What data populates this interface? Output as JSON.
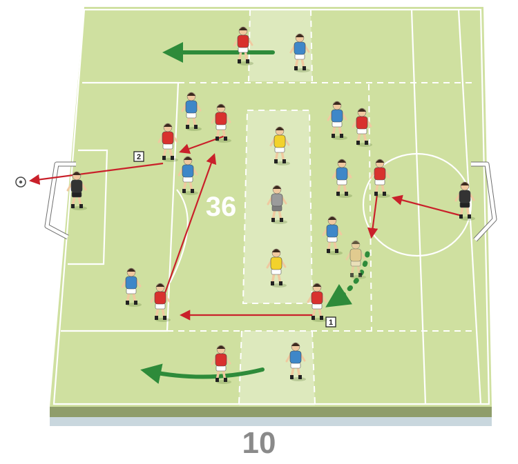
{
  "drill": {
    "number": "36",
    "page_number": "10"
  },
  "markers": [
    {
      "id": "marker-1",
      "text": "1"
    },
    {
      "id": "marker-2",
      "text": "2"
    }
  ],
  "colors": {
    "pitch": "#cfe0a0",
    "pitch_light": "#dde9bd",
    "lines": "#ffffff",
    "red_team": "#d8312e",
    "blue_team": "#3e87c8",
    "neutral": "#f2d22c",
    "neutral_grey": "#9b9b9b",
    "pass_arrow": "#c9202a",
    "movement_arrow": "#2e8b3a",
    "base": "#8c9a6a"
  },
  "icons": [
    "ball-icon",
    "goal-icon",
    "player-icon",
    "arrow-icon"
  ]
}
